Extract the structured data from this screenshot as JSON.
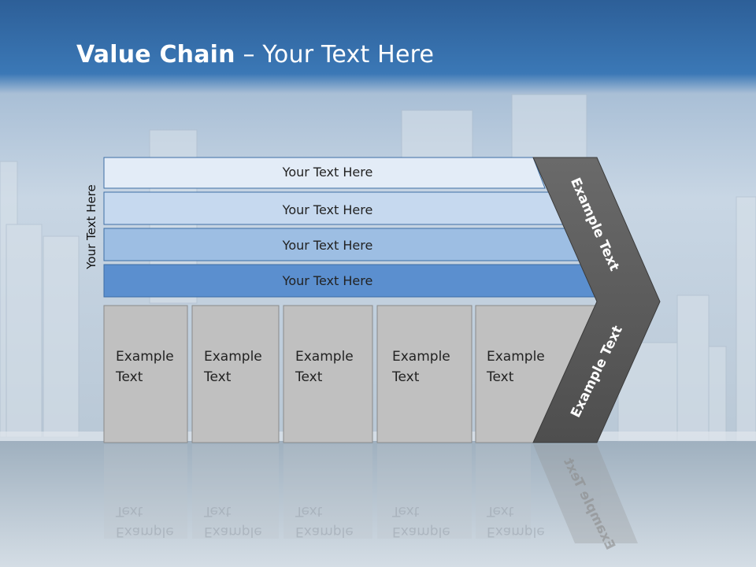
{
  "slide": {
    "title_bold": "Value Chain",
    "title_rest": " – Your Text Here",
    "vertical_label": "Your Text Here"
  },
  "bars": [
    {
      "label": "Your Text Here",
      "fill": "#e3ecf7"
    },
    {
      "label": "Your Text Here",
      "fill": "#c6d9ef"
    },
    {
      "label": "Your Text Here",
      "fill": "#9dbee3"
    },
    {
      "label": "Your Text Here",
      "fill": "#5b8fcf"
    }
  ],
  "boxes": [
    {
      "line1": "Example",
      "line2": "Text"
    },
    {
      "line1": "Example",
      "line2": "Text"
    },
    {
      "line1": "Example",
      "line2": "Text"
    },
    {
      "line1": "Example",
      "line2": "Text"
    },
    {
      "line1": "Example",
      "line2": "Text"
    }
  ],
  "chevron": {
    "upper_label": "Example Text",
    "lower_label": "Example Text",
    "fill": "#5a5a5a"
  },
  "colors": {
    "header_blue": "#2e6aa8",
    "box_fill": "#c0c0c0"
  }
}
